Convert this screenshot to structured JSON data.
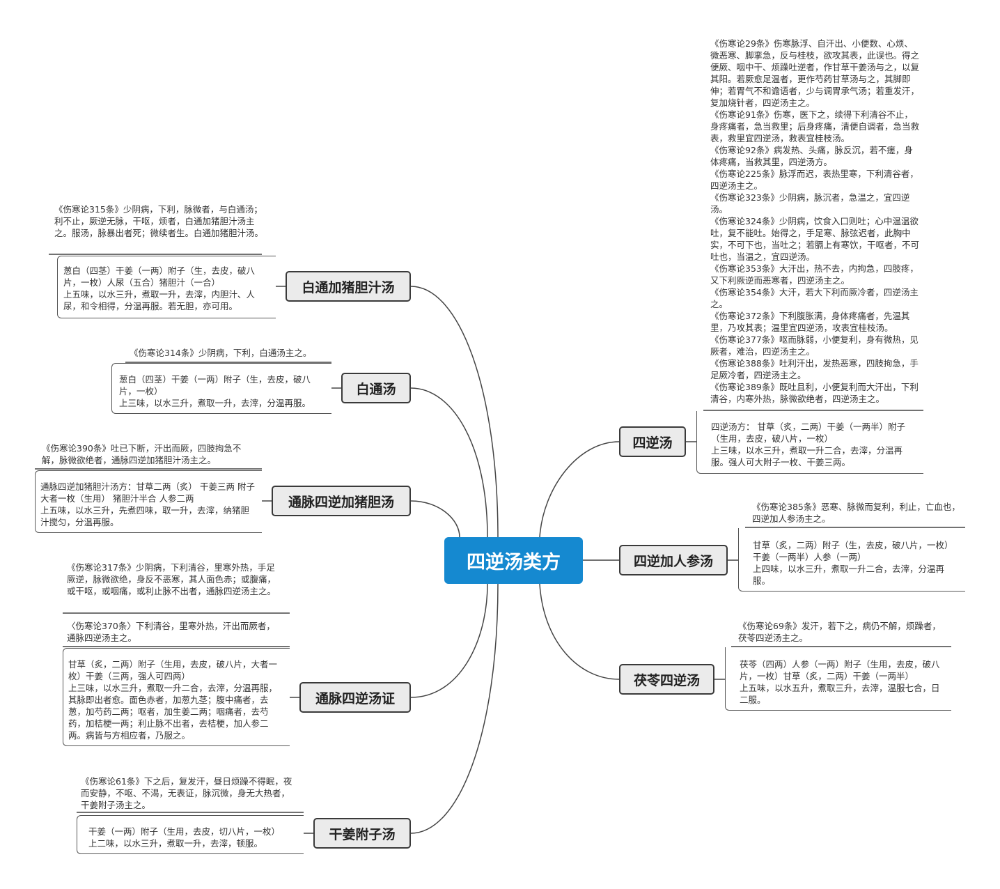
{
  "root": {
    "label": "四逆汤类方"
  },
  "branches": {
    "baitong_zhudan": {
      "label": "白通加猪胆汁汤",
      "citation": "《伤寒论315条》少阴病，下利，脉微者，与白通汤；利不止，厥逆无脉，干呕，烦者，白通加猪胆汁汤主之。服汤，脉暴出者死；微续者生。白通加猪胆汁汤。",
      "recipe": "葱白（四茎）干姜（一两）附子（生，去皮，破八片，一枚）人尿（五合）猪胆汁（一合）\n上五味，以水三升，煮取一升，去滓，内胆汁、人尿，和令相得，分温再服。若无胆，亦可用。"
    },
    "baitong": {
      "label": "白通汤",
      "citation": "《伤寒论314条》少阴病，下利，白通汤主之。",
      "recipe": "葱白（四茎）干姜（一两）附子（生，去皮，破八片，一枚）\n上三味，以水三升，煮取一升，去滓，分温再服。"
    },
    "tongmai_zhudan": {
      "label": "通脉四逆加猪胆汤",
      "citation": "《伤寒论390条》吐已下断，汗出而厥，四肢拘急不解，脉微欲绝者，通脉四逆加猪胆汁汤主之。",
      "recipe": "通脉四逆加猪胆汁汤方：甘草二两（炙） 干姜三两 附子大者一枚（生用） 猪胆汁半合 人参二两\n上五味，以水三升，先煮四味，取一升，去滓，纳猪胆汁搅匀，分温再服。"
    },
    "tongmai": {
      "label": "通脉四逆汤证",
      "citation1": "《伤寒论317条》少阴病，下利清谷，里寒外热，手足厥逆，脉微欲绝，身反不恶寒，其人面色赤；或腹痛，或干呕，或咽痛，或利止脉不出者，通脉四逆汤主之。",
      "citation2": "〈伤寒论370条〉下利清谷，里寒外热，汗出而厥者，通脉四逆汤主之。",
      "recipe": "甘草（炙，二两）附子（生用，去皮，破八片，大者一枚）干姜（三两，强人可四两）\n上三味，以水三升，煮取一升二合，去滓，分温再服，其脉即出者愈。面色赤者，加葱九茎；腹中痛者，去葱，加芍药二两；呕者，加生姜二两；咽痛者，去芍药，加桔梗一两；利止脉不出者，去桔梗，加人参二两。病皆与方相应者，乃服之。"
    },
    "ganjiang_fuzi": {
      "label": "干姜附子汤",
      "citation": "《伤寒论61条》下之后，复发汗，昼日烦躁不得眠，夜而安静，不呕、不渴，无表证，脉沉微，身无大热者，干姜附子汤主之。",
      "recipe": "干姜（一两）附子（生用，去皮，切八片，一枚）\n上二味，以水三升，煮取一升，去滓，顿服。"
    },
    "sini": {
      "label": "四逆汤",
      "citations": "《伤寒论29条》伤寒脉浮、自汗出、小便数、心烦、微恶寒、脚挛急，反与桂枝，欲攻其表，此误也。得之便厥、咽中干、烦躁吐逆者，作甘草干姜汤与之，以复其阳。若厥愈足温者，更作芍药甘草汤与之，其脚即伸；若胃气不和谵语者，少与调胃承气汤；若重发汗，复加烧针者，四逆汤主之。\n《伤寒论91条》伤寒，医下之，续得下利清谷不止，身疼痛者，急当救里；后身疼痛，清便自调者，急当救表，救里宜四逆汤，救表宜桂枝汤。\n《伤寒论92条》病发热、头痛，脉反沉，若不瘥，身体疼痛，当救其里，四逆汤方。\n《伤寒论225条》脉浮而迟，表热里寒，下利清谷者，四逆汤主之。\n《伤寒论323条》少阴病，脉沉者，急温之，宜四逆汤。\n《伤寒论324条》少阴病，饮食入口则吐；心中温温欲吐，复不能吐。始得之，手足寒、脉弦迟者，此胸中实，不可下也，当吐之；若膈上有寒饮，干呕者，不可吐也，当温之，宜四逆汤。\n《伤寒论353条》大汗出，热不去，内拘急，四肢疼，又下利厥逆而恶寒者，四逆汤主之。\n《伤寒论354条》大汗，若大下利而厥冷者，四逆汤主之。\n《伤寒论372条》下利腹胀满，身体疼痛者，先温其里，乃攻其表；温里宜四逆汤，攻表宜桂枝汤。\n《伤寒论377条》呕而脉弱，小便复利，身有微热，见厥者，难治，四逆汤主之。\n《伤寒论388条》吐利汗出，发热恶寒，四肢拘急，手足厥冷者，四逆汤主之。\n《伤寒论389条》既吐且利，小便复利而大汗出，下利清谷，内寒外热，脉微欲绝者，四逆汤主之。",
      "recipe": "四逆汤方： 甘草（炙，二两）干姜（一两半）附子（生用，去皮，破八片，一枚）\n上三味，以水三升，煮取一升二合，去滓，分温再服。强人可大附子一枚、干姜三两。"
    },
    "sini_renshen": {
      "label": "四逆加人参汤",
      "citation": "《伤寒论385条》恶寒、脉微而复利，利止，亡血也，四逆加人参汤主之。",
      "recipe": "甘草（炙，二两）附子（生，去皮，破八片，一枚）干姜（一两半）人参（一两）\n上四味，以水三升，煮取一升二合，去滓，分温再服。"
    },
    "fuling_sini": {
      "label": "茯苓四逆汤",
      "citation": "《伤寒论69条》发汗，若下之，病仍不解，烦躁者，茯苓四逆汤主之。",
      "recipe": "茯苓（四两）人参（一两）附子（生用，去皮，破八片，一枚）甘草（炙，二两）干姜（一两半）\n上五味，以水五升，煮取三升，去滓，温服七合，日二服。"
    }
  }
}
